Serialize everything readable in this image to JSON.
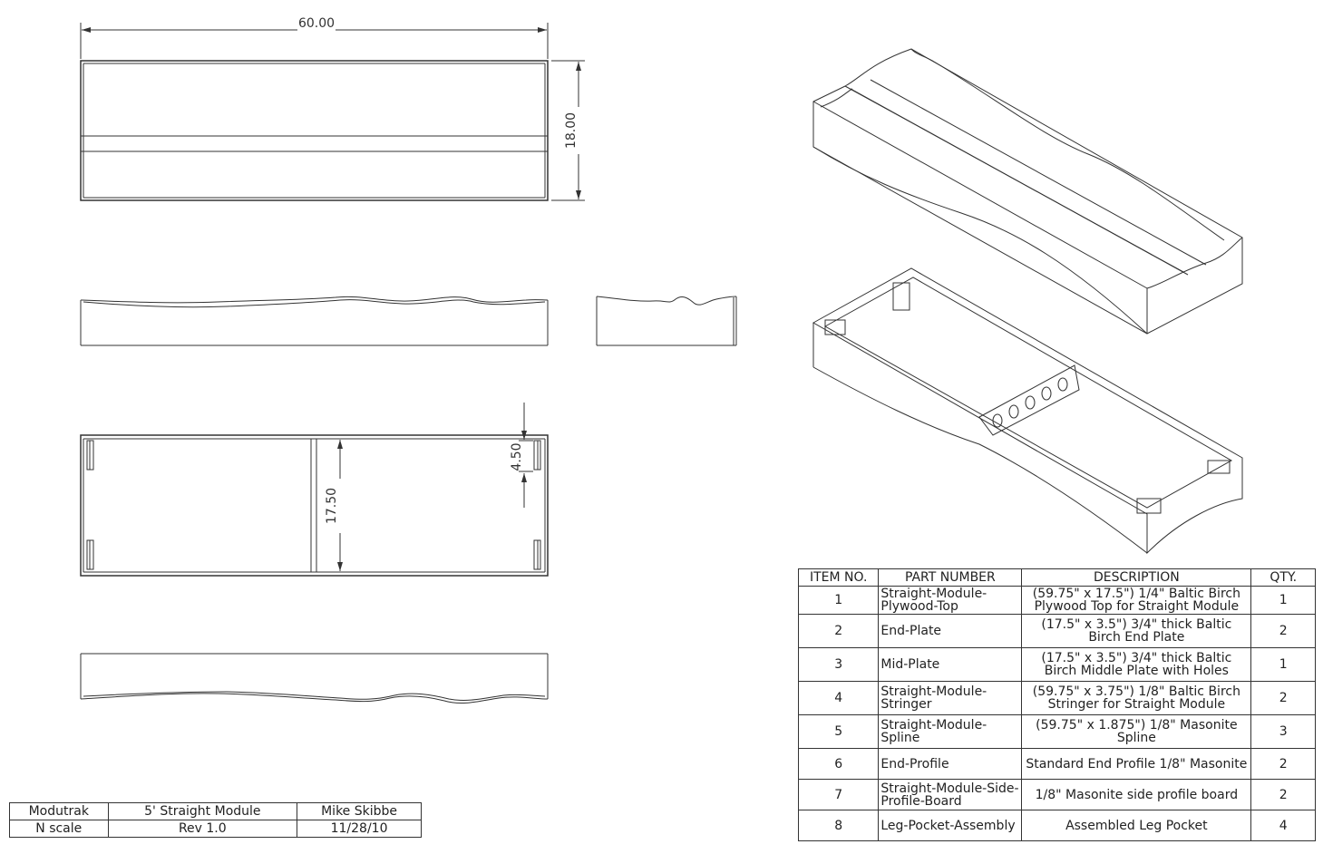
{
  "dimensions": {
    "top_width": "60.00",
    "top_height": "18.00",
    "frame_inner": "17.50",
    "pocket_offset": "4.50"
  },
  "bom": {
    "headers": {
      "item_no": "ITEM NO.",
      "part_number": "PART NUMBER",
      "description": "DESCRIPTION",
      "qty": "QTY."
    },
    "rows": [
      {
        "item": "1",
        "part": "Straight-Module-Plywood-Top",
        "desc": "(59.75\" x 17.5\") 1/4\" Baltic Birch Plywood Top for Straight Module",
        "qty": "1"
      },
      {
        "item": "2",
        "part": "End-Plate",
        "desc": "(17.5\" x 3.5\") 3/4\" thick Baltic Birch End Plate",
        "qty": "2"
      },
      {
        "item": "3",
        "part": "Mid-Plate",
        "desc": "(17.5\" x 3.5\") 3/4\" thick Baltic Birch Middle Plate with Holes",
        "qty": "1"
      },
      {
        "item": "4",
        "part": "Straight-Module-Stringer",
        "desc": "(59.75\" x 3.75\") 1/8\" Baltic Birch Stringer for Straight Module",
        "qty": "2"
      },
      {
        "item": "5",
        "part": "Straight-Module-Spline",
        "desc": "(59.75\" x 1.875\") 1/8\" Masonite Spline",
        "qty": "3"
      },
      {
        "item": "6",
        "part": "End-Profile",
        "desc": "Standard End Profile 1/8\" Masonite",
        "qty": "2"
      },
      {
        "item": "7",
        "part": "Straight-Module-Side-Profile-Board",
        "desc": "1/8\" Masonite side profile board",
        "qty": "2"
      },
      {
        "item": "8",
        "part": "Leg-Pocket-Assembly",
        "desc": "Assembled Leg Pocket",
        "qty": "4"
      }
    ]
  },
  "title_block": {
    "company": "Modutrak",
    "title": "5' Straight Module",
    "author": "Mike Skibbe",
    "scale": "N scale",
    "revision": "Rev 1.0",
    "date": "11/28/10"
  }
}
